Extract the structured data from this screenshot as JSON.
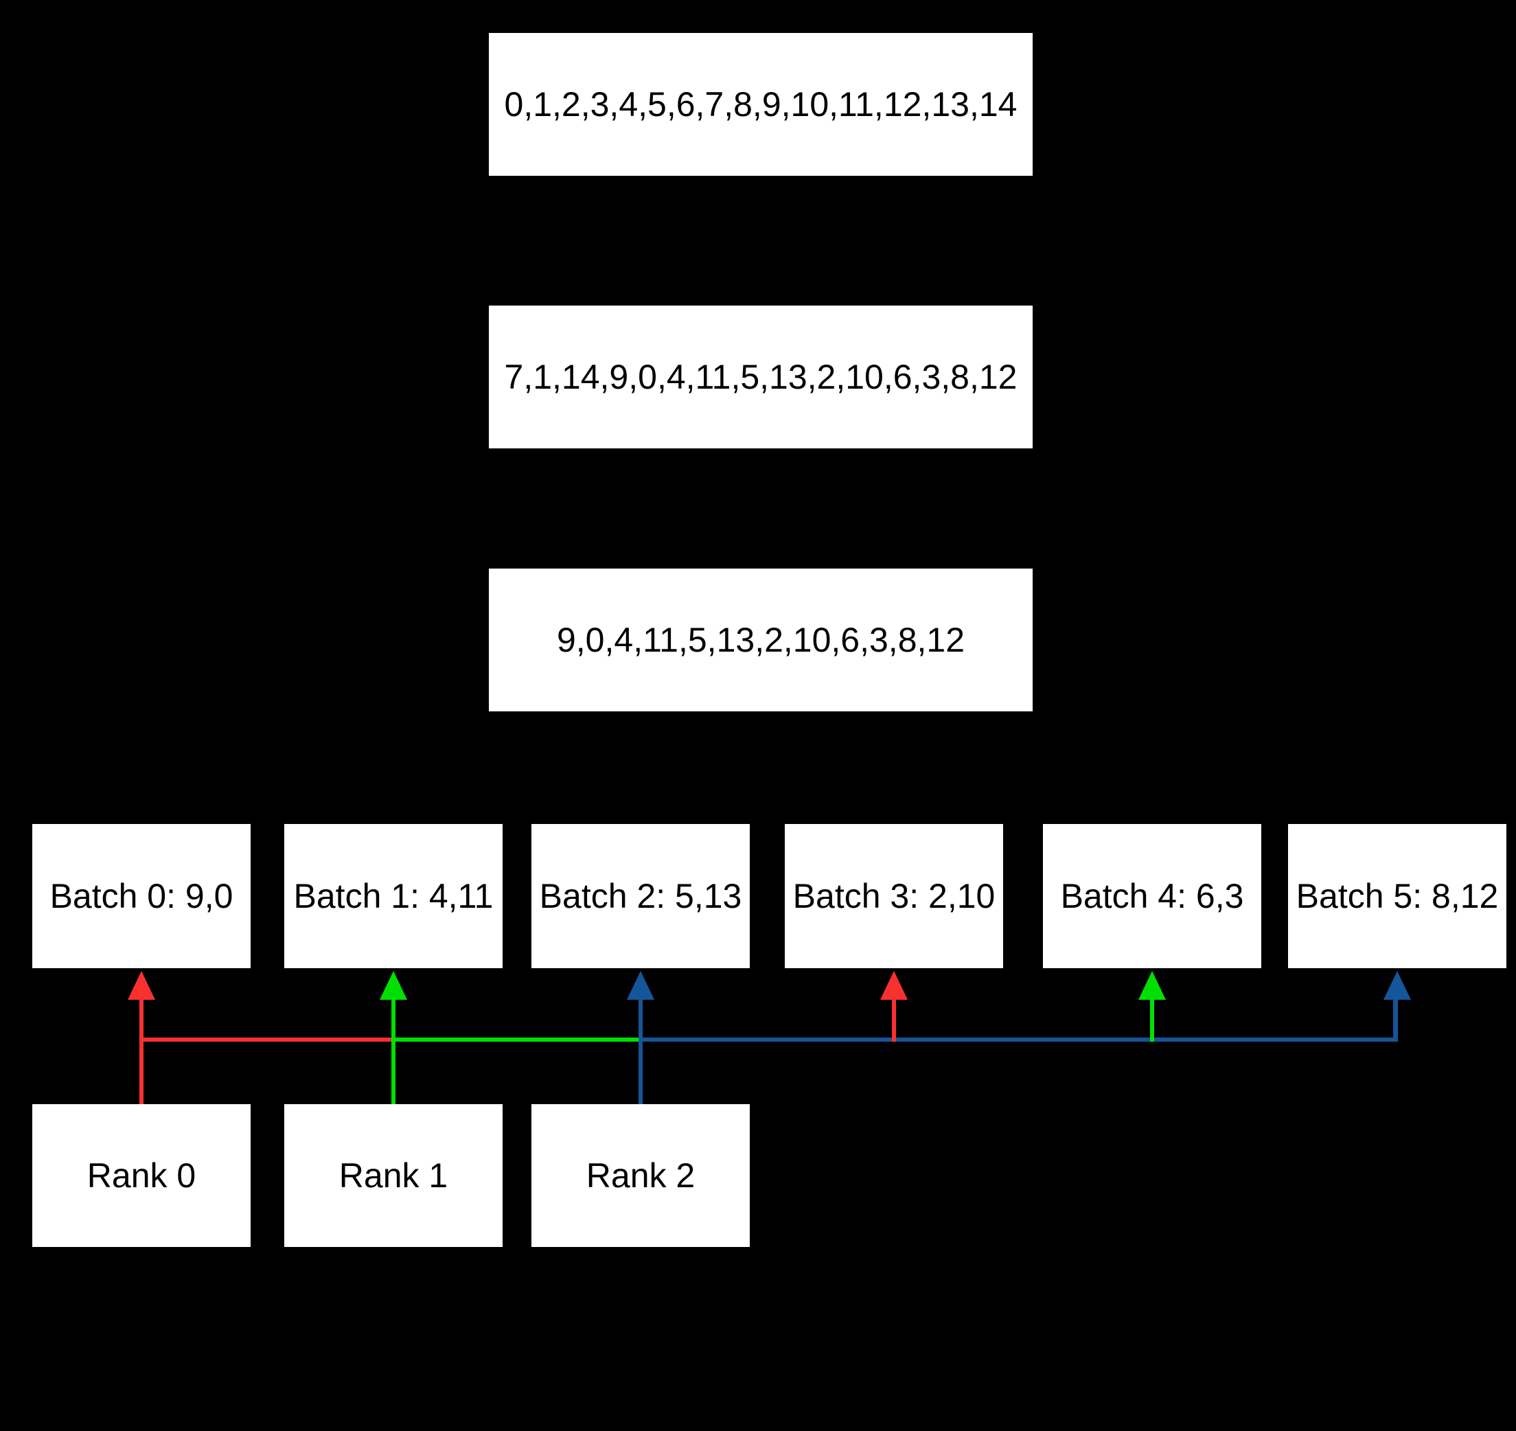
{
  "diagram": {
    "dataset_box": {
      "label": "0,1,2,3,4,5,6,7,8,9,10,11,12,13,14"
    },
    "shuffled_box": {
      "label": "7,1,14,9,0,4,11,5,13,2,10,6,3,8,12"
    },
    "truncated_box": {
      "label": "9,0,4,11,5,13,2,10,6,3,8,12"
    },
    "batches": [
      {
        "label": "Batch 0: 9,0"
      },
      {
        "label": "Batch 1: 4,11"
      },
      {
        "label": "Batch 2: 5,13"
      },
      {
        "label": "Batch 3: 2,10"
      },
      {
        "label": "Batch 4: 6,3"
      },
      {
        "label": "Batch 5: 8,12"
      }
    ],
    "ranks": [
      {
        "label": "Rank 0"
      },
      {
        "label": "Rank 1"
      },
      {
        "label": "Rank 2"
      }
    ],
    "arrows": [
      {
        "from": "Rank 0",
        "to": "Batch 0",
        "color": "red"
      },
      {
        "from": "Rank 1",
        "to": "Batch 1",
        "color": "green"
      },
      {
        "from": "Rank 2",
        "to": "Batch 2",
        "color": "blue"
      },
      {
        "from": "Rank 0",
        "to": "Batch 3",
        "color": "red"
      },
      {
        "from": "Rank 1",
        "to": "Batch 4",
        "color": "green"
      },
      {
        "from": "Rank 2",
        "to": "Batch 5",
        "color": "blue"
      }
    ],
    "colors": {
      "red": "#f8312f",
      "green": "#00e000",
      "blue": "#15559a",
      "box_background": "#ffffff",
      "box_text": "#000000",
      "page_background": "#000000"
    }
  }
}
